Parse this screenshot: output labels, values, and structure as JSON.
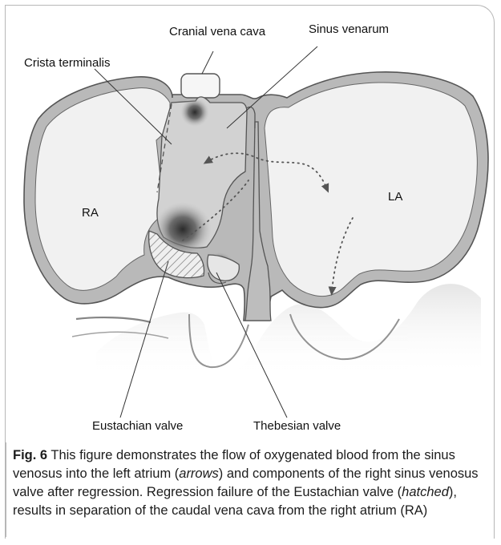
{
  "labels": {
    "cranial_vena_cava": "Cranial vena cava",
    "sinus_venarum": "Sinus venarum",
    "crista_terminalis": "Crista terminalis",
    "ra": "RA",
    "la": "LA",
    "eustachian_valve": "Eustachian valve",
    "thebesian_valve": "Thebesian valve"
  },
  "caption": {
    "fig_number": "Fig. 6",
    "text_1": "This figure demonstrates the flow of oxygenated blood from the sinus venosus into the left atrium (",
    "em_1": "arrows",
    "text_2": ") and components of the right sinus venosus valve after regression. Regression failure of the Eustachian valve (",
    "em_2": "hatched",
    "text_3": "), results in separation of the caudal vena cava from the right atrium (RA)"
  },
  "colors": {
    "wall_fill": "#b9b9b9",
    "chamber_fill": "#f1f1f1",
    "outline": "#555555",
    "frame": "#b7b7b7"
  }
}
